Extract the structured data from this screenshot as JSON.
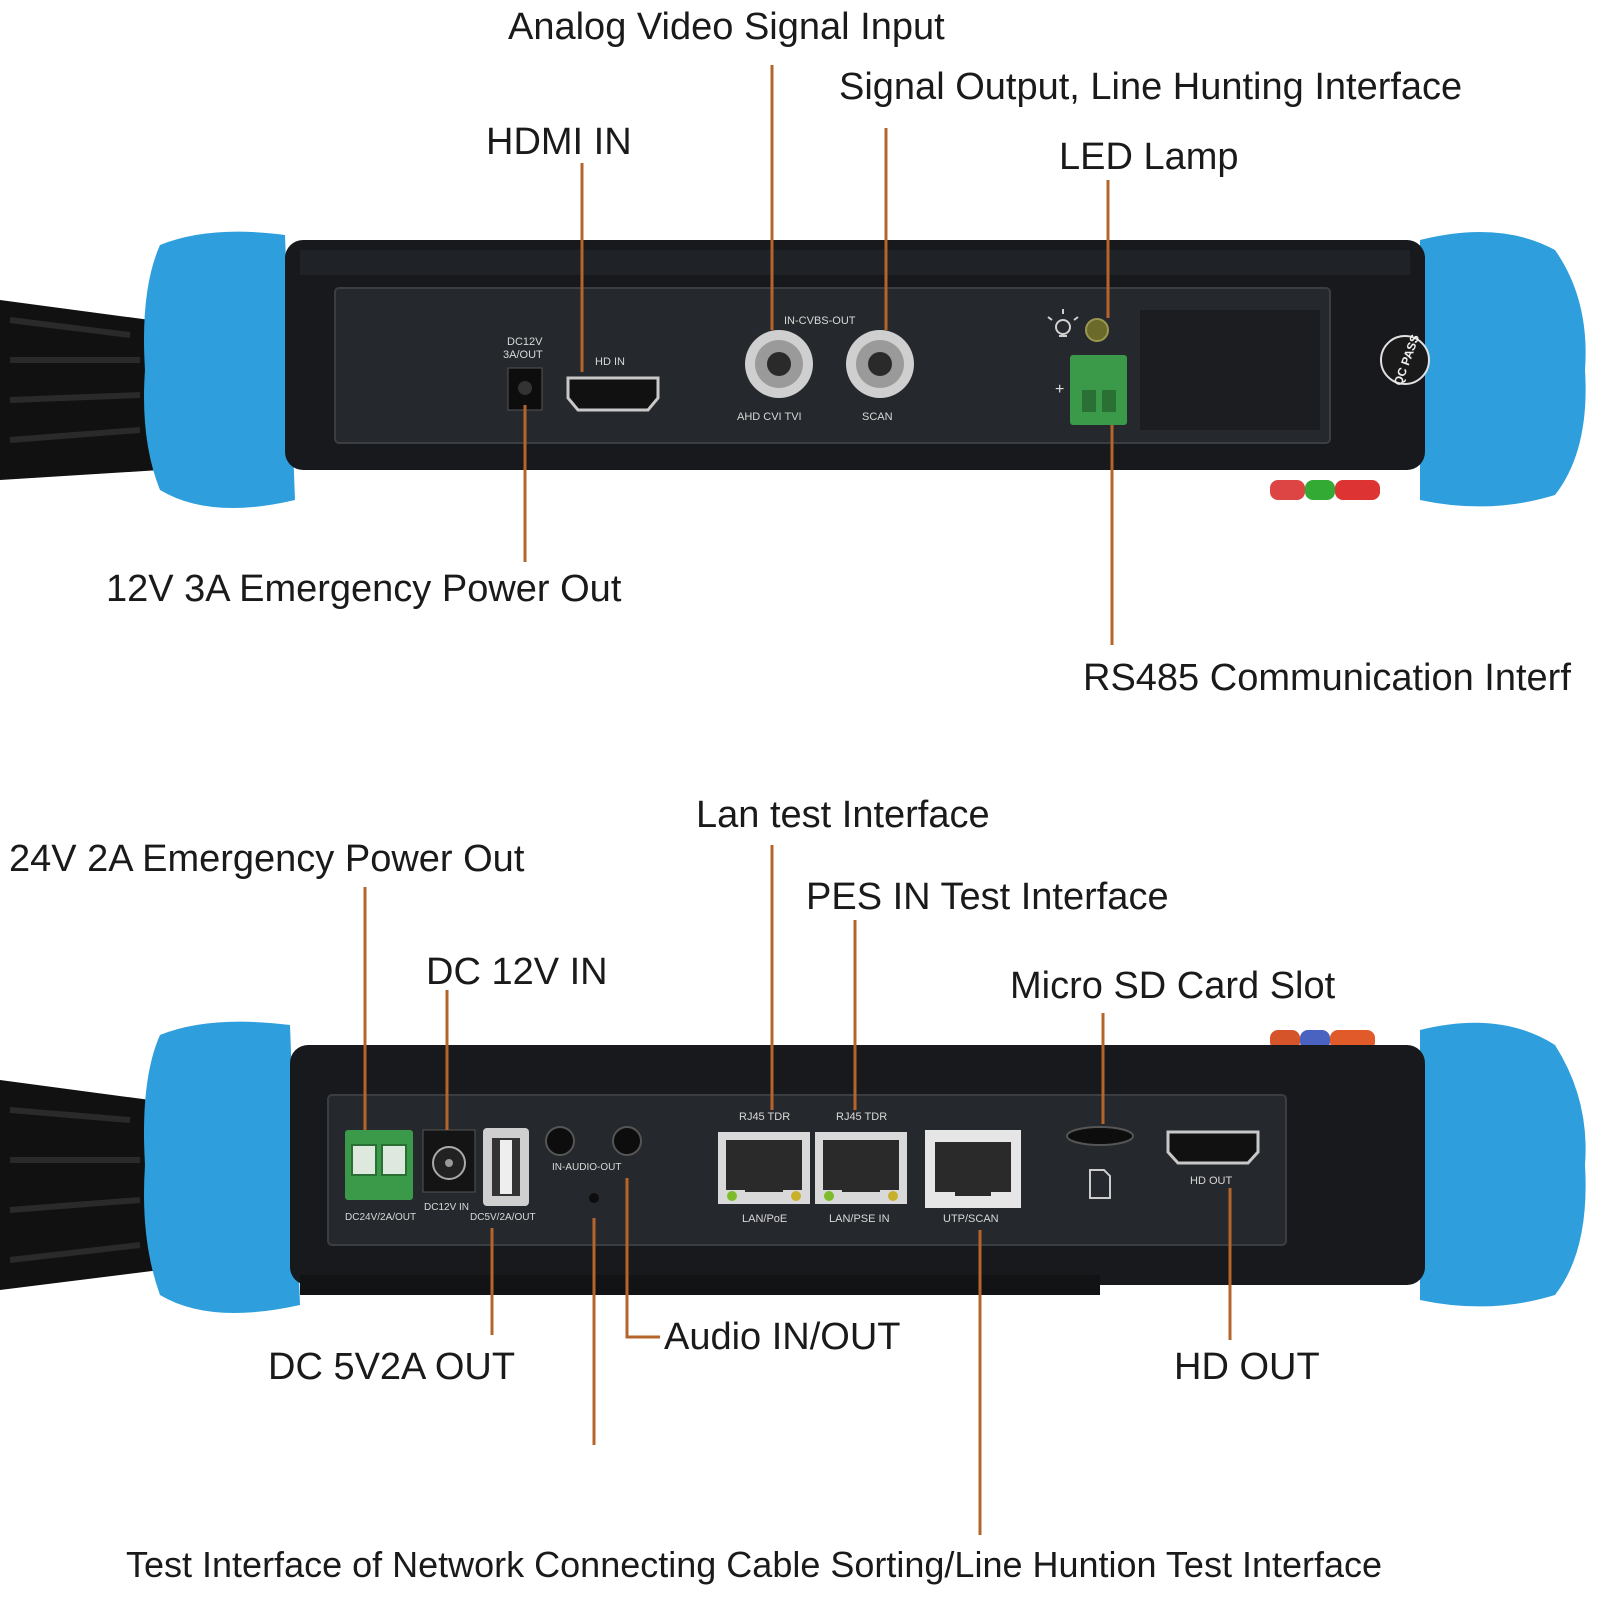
{
  "colors": {
    "bumper": "#2e9fdc",
    "body": "#17191c",
    "panel": "#25282c",
    "leader": "#b5652a",
    "terminal": "#3a9a4a"
  },
  "top_view": {
    "callouts": {
      "analog_video": "Analog Video Signal Input",
      "signal_output": "Signal Output, Line Hunting Interface",
      "hdmi_in": "HDMI IN",
      "led_lamp": "LED Lamp",
      "power_out_12v": "12V 3A Emergency Power Out",
      "rs485": "RS485 Communication Interf"
    },
    "panel_labels": {
      "dc12v": "DC12V",
      "dc12v_sub": "3A/OUT",
      "hd_in": "HD IN",
      "cvbs": "IN-CVBS-OUT",
      "ahd": "AHD CVI TVI",
      "scan": "SCAN",
      "qc": "QC PASS"
    }
  },
  "bottom_view": {
    "callouts": {
      "lan_test": "Lan test Interface",
      "power_out_24v": "24V 2A Emergency Power Out",
      "pes_in": "PES IN Test Interface",
      "dc_12v_in": "DC 12V IN",
      "micro_sd": "Micro SD Card Slot",
      "audio": "Audio IN/OUT",
      "dc_5v": "DC 5V2A OUT",
      "hd_out": "HD OUT",
      "network_test": "Test Interface of Network Connecting Cable Sorting/Line Huntion Test Interface"
    },
    "panel_labels": {
      "dc24v": "DC24V/2A/OUT",
      "dc12v_in": "DC12V IN",
      "dc5v": "DC5V/2A/OUT",
      "audio": "IN-AUDIO-OUT",
      "rj45_1": "RJ45 TDR",
      "rj45_2": "RJ45 TDR",
      "lan_poe": "LAN/PoE",
      "lan_pse": "LAN/PSE IN",
      "utp": "UTP/SCAN",
      "hd_out": "HD OUT"
    }
  }
}
